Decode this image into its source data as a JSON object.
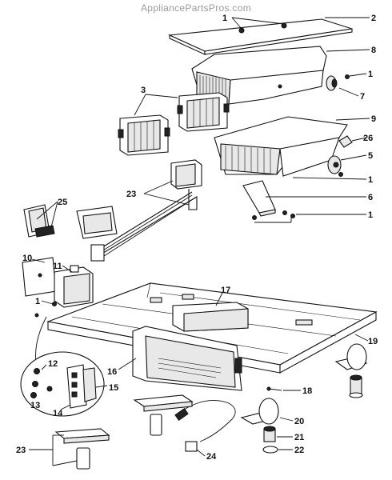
{
  "watermark": "AppliancePartsPros.com",
  "callouts": {
    "c1": "1",
    "c2": "2",
    "c3": "3",
    "c5": "5",
    "c6": "6",
    "c7": "7",
    "c8": "8",
    "c9": "9",
    "c10": "10",
    "c11": "11",
    "c12": "12",
    "c13": "13",
    "c14": "14",
    "c15": "15",
    "c16": "16",
    "c17": "17",
    "c18": "18",
    "c19": "19",
    "c20": "20",
    "c21": "21",
    "c22": "22",
    "c23": "23",
    "c24": "24",
    "c25": "25",
    "c26": "26"
  }
}
